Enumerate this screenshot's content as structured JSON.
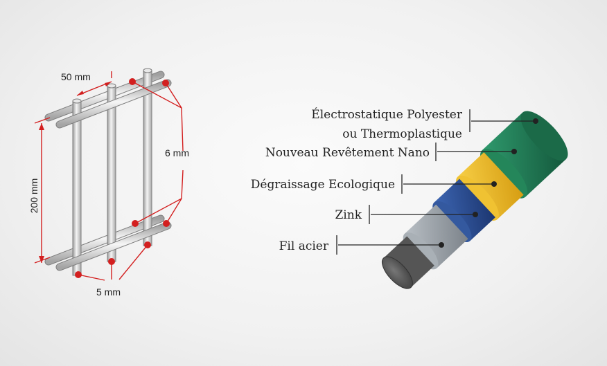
{
  "mesh": {
    "dim_spacing": "50 mm",
    "dim_height": "200 mm",
    "dim_horizontal_wire": "6 mm",
    "dim_vertical_wire": "5 mm"
  },
  "layers": [
    {
      "line1": "Électrostatique Polyester",
      "line2": "ou Thermoplastique",
      "color": "#1f7a55"
    },
    {
      "line1": "Nouveau Revêtement Nano",
      "color": "#e9b823"
    },
    {
      "line1": "Dégraissage Ecologique",
      "color": "#2c4f94"
    },
    {
      "line1": "Zink",
      "color": "#9aa1a8"
    },
    {
      "line1": "Fil acier",
      "color": "#5f5f5f"
    }
  ],
  "accent_color": "#d31f1f"
}
